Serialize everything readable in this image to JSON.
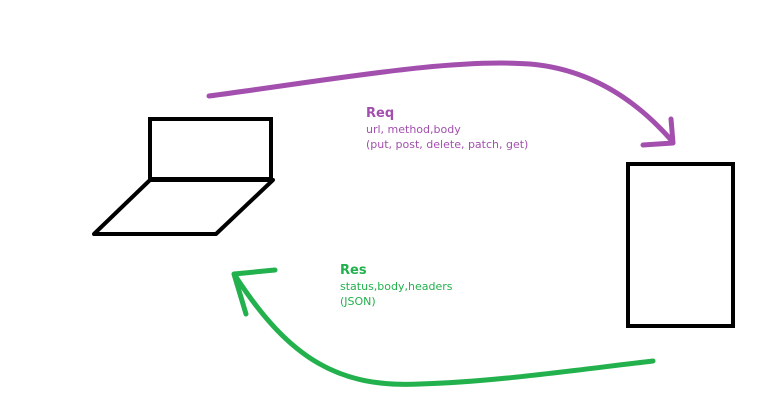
{
  "colors": {
    "request": "#a34fae",
    "response": "#22b14c",
    "outline": "#000000",
    "background": "#ffffff"
  },
  "request": {
    "title": "Req",
    "line1": "url, method,body",
    "line2": "(put, post, delete, patch, get)"
  },
  "response": {
    "title": "Res",
    "line1": "status,body,headers",
    "line2": "(JSON)"
  },
  "icons": {
    "client": "laptop-icon",
    "server": "server-icon"
  }
}
